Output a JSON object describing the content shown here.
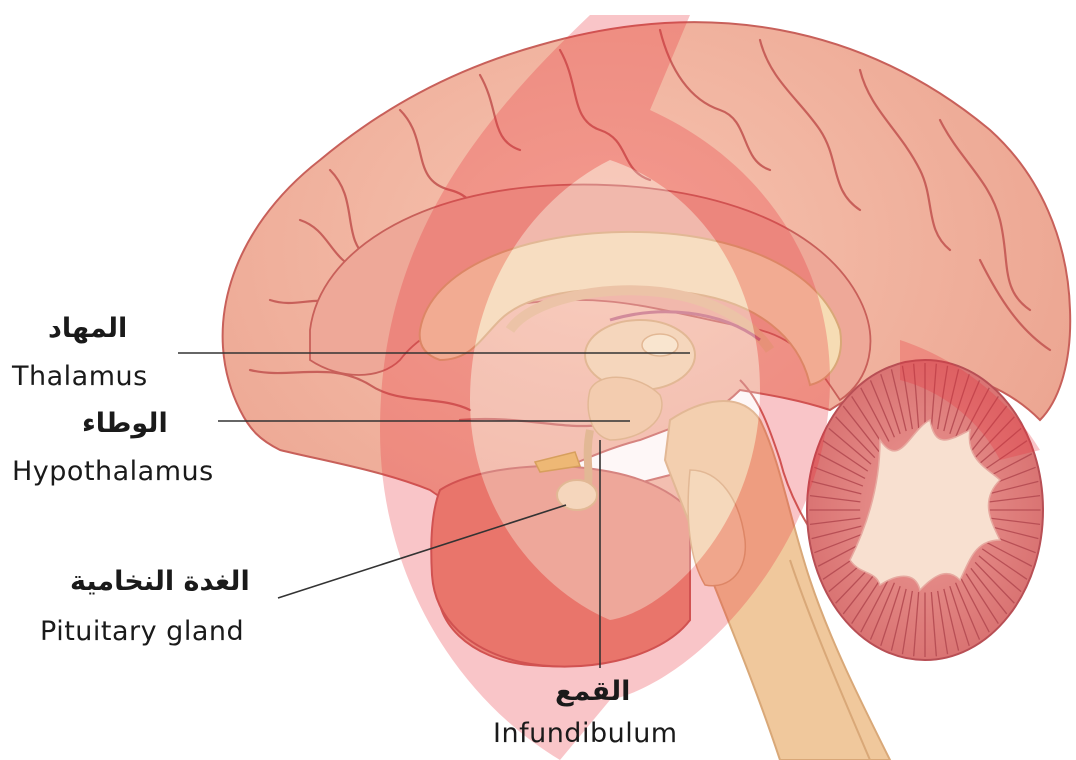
{
  "colors": {
    "cortex": "#f2b5a0",
    "cortex_shade": "#e8917f",
    "cortex_dark": "#d97a6c",
    "sulcus": "#c8605a",
    "corpus_callosum": "#f6dcb4",
    "brainstem": "#f0c89c",
    "cerebellum": "#e38683",
    "cerebellum_white": "#f8e0d0",
    "watermark": "#e8303a",
    "label_line": "#333333"
  },
  "labels": {
    "thalamus_ar": "المهاد",
    "thalamus_en": "Thalamus",
    "hypothalamus_ar": "الوطاء",
    "hypothalamus_en": "Hypothalamus",
    "pituitary_ar": "الغدة النخامية",
    "pituitary_en": "Pituitary gland",
    "infundibulum_ar": "القمع",
    "infundibulum_en": "Infundibulum"
  }
}
